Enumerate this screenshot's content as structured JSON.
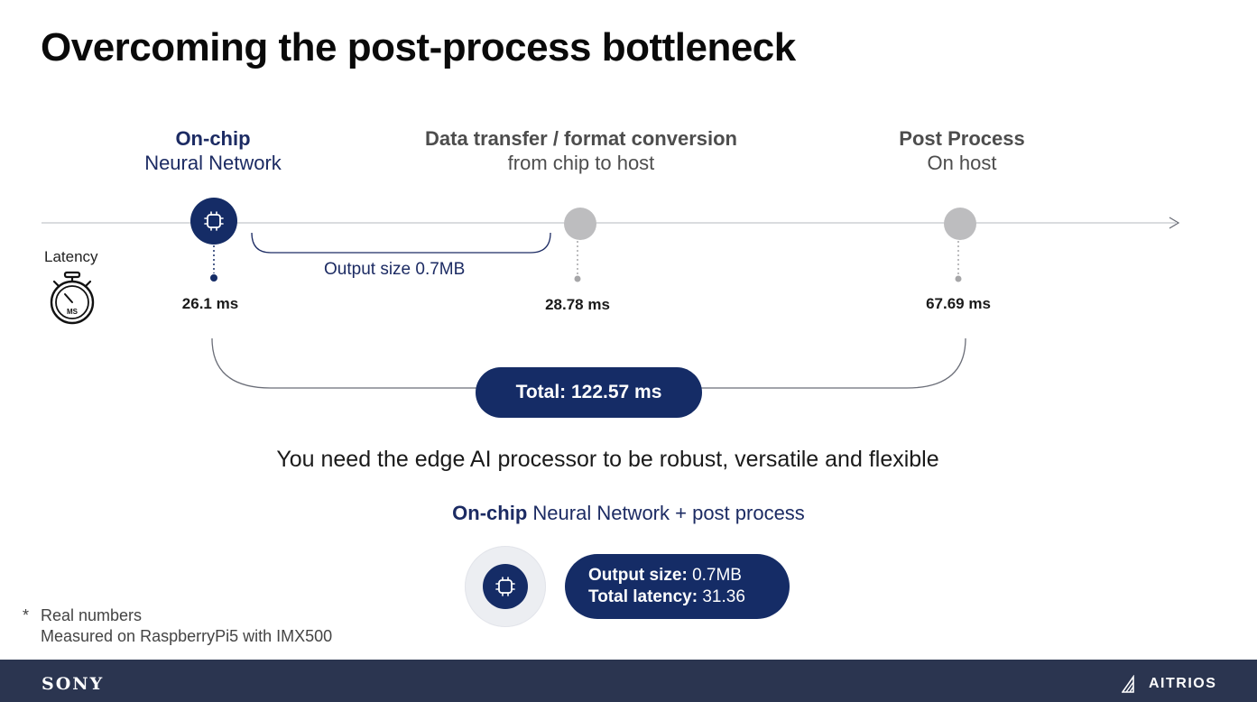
{
  "title": "Overcoming the post-process bottleneck",
  "stages": [
    {
      "bold": "On-chip",
      "light": "Neural Network",
      "latency": "26.1 ms"
    },
    {
      "bold": "Data transfer / format conversion",
      "light": "from chip to host",
      "latency": "28.78 ms"
    },
    {
      "bold": "Post Process",
      "light": "On host",
      "latency": "67.69 ms"
    }
  ],
  "latency_label": "Latency",
  "stopwatch_text": "MS",
  "output_size_label": "Output size 0.7MB",
  "total": "Total: 122.57 ms",
  "tagline": "You need the edge AI processor to be robust, versatile and flexible",
  "subline": {
    "bold": "On-chip",
    "rest": "Neural Network + post process"
  },
  "result": {
    "output_label": "Output size:",
    "output_value": "0.7MB",
    "latency_label": "Total latency:",
    "latency_value": "31.36"
  },
  "footnote": {
    "star": "*",
    "line1": "Real numbers",
    "line2": "Measured on RaspberryPi5 with IMX500"
  },
  "footer": {
    "left_logo": "SONY",
    "right_logo": "AITRIOS"
  },
  "colors": {
    "navy": "#152c66",
    "grey_node": "#bdbdbf",
    "footer_bg": "#2b3550"
  },
  "icons": [
    "chip-icon",
    "stopwatch-icon",
    "aitrios-logo-icon"
  ]
}
